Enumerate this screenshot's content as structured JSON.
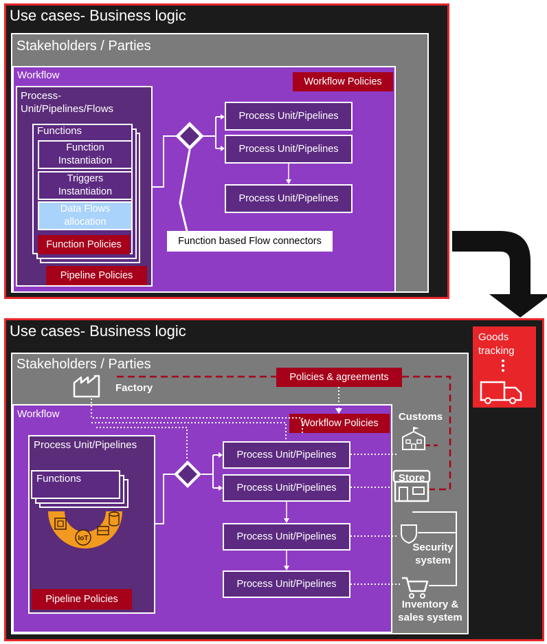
{
  "top": {
    "title": "Use cases- Business logic",
    "stakeholders": "Stakeholders / Parties",
    "workflow": "Workflow",
    "workflow_policies": "Workflow Policies",
    "process_unit": "Process-\nUnit/Pipelines/Flows",
    "functions": "Functions",
    "function_instantiation": "Function Instantiation",
    "triggers_instantiation": "Triggers Instantiation",
    "data_flows": "Data Flows allocation",
    "function_policies": "Function Policies",
    "pipeline_policies": "Pipeline Policies",
    "pu1": "Process Unit/Pipelines",
    "pu2": "Process Unit/Pipelines",
    "pu3": "Process Unit/Pipelines",
    "connector_label": "Function based Flow connectors"
  },
  "bottom": {
    "title": "Use cases- Business logic",
    "stakeholders": "Stakeholders / Parties",
    "factory": "Factory",
    "policies_agreements": "Policies & agreements",
    "workflow": "Workflow",
    "workflow_policies": "Workflow Policies",
    "process_unit": "Process Unit/Pipelines",
    "functions": "Functions",
    "iot": "IoT",
    "pipeline_policies": "Pipeline Policies",
    "pu1": "Process Unit/Pipelines",
    "pu2": "Process Unit/Pipelines",
    "pu3": "Process Unit/Pipelines",
    "pu4": "Process Unit/Pipelines",
    "customs": "Customs",
    "store": "Store",
    "security": "Security system",
    "inventory": "Inventory & sales system",
    "goods_tracking": "Goods tracking"
  },
  "colors": {
    "red_border": "#e8262a",
    "purple": "#8f3cc4",
    "dark_purple": "#5c2a80",
    "policy_red": "#a6001a",
    "light_blue": "#a9d3fb",
    "orange": "#f29a1f"
  }
}
